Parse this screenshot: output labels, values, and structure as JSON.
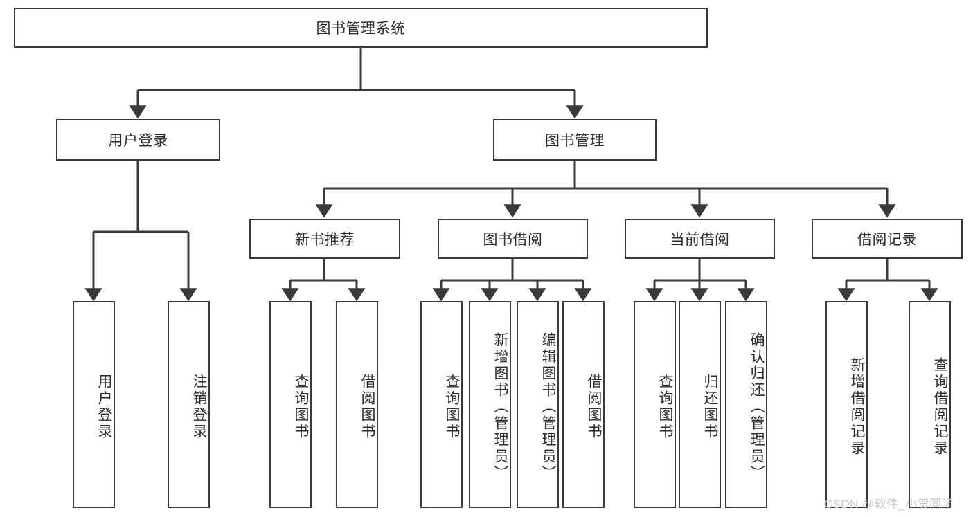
{
  "diagram": {
    "title": "图书管理系统",
    "type": "hierarchy-tree",
    "orientation": "top-down",
    "levels": 4,
    "root": {
      "id": "root",
      "label": "图书管理系统",
      "text_direction": "horizontal"
    },
    "level2": [
      {
        "id": "user-login",
        "label": "用户登录",
        "text_direction": "horizontal"
      },
      {
        "id": "book-manage",
        "label": "图书管理",
        "text_direction": "horizontal"
      }
    ],
    "level3": [
      {
        "id": "new-book-rec",
        "label": "新书推荐",
        "text_direction": "horizontal",
        "parent": "book-manage"
      },
      {
        "id": "book-borrow",
        "label": "图书借阅",
        "text_direction": "horizontal",
        "parent": "book-manage"
      },
      {
        "id": "current-borrow",
        "label": "当前借阅",
        "text_direction": "horizontal",
        "parent": "book-manage"
      },
      {
        "id": "borrow-record",
        "label": "借阅记录",
        "text_direction": "horizontal",
        "parent": "book-manage"
      }
    ],
    "leaves": {
      "user_login": [
        {
          "id": "leaf-user-login",
          "label": "用户登录"
        },
        {
          "id": "leaf-user-logout",
          "label": "注销登录"
        }
      ],
      "new_book_rec": [
        {
          "id": "leaf-query-book-1",
          "label": "查询图书"
        },
        {
          "id": "leaf-borrow-book-1",
          "label": "借阅图书"
        }
      ],
      "book_borrow": [
        {
          "id": "leaf-query-book-2",
          "label": "查询图书"
        },
        {
          "id": "leaf-add-book",
          "label": "新增图书（管理员）"
        },
        {
          "id": "leaf-edit-book",
          "label": "编辑图书（管理员）"
        },
        {
          "id": "leaf-borrow-book-2",
          "label": "借阅图书"
        }
      ],
      "current_borrow": [
        {
          "id": "leaf-query-book-3",
          "label": "查询图书"
        },
        {
          "id": "leaf-return-book",
          "label": "归还图书"
        },
        {
          "id": "leaf-confirm-return",
          "label": "确认归还（管理员）"
        }
      ],
      "borrow_record": [
        {
          "id": "leaf-add-record",
          "label": "新增借阅记录"
        },
        {
          "id": "leaf-query-record",
          "label": "查询借阅记录"
        }
      ]
    },
    "colors": {
      "stroke": "#3a3a3a",
      "fill": "#ffffff",
      "text": "#2b2b2b",
      "watermark": "#c9c9c9"
    }
  },
  "watermark": {
    "text": "CSDN @软件_小贺同学"
  }
}
